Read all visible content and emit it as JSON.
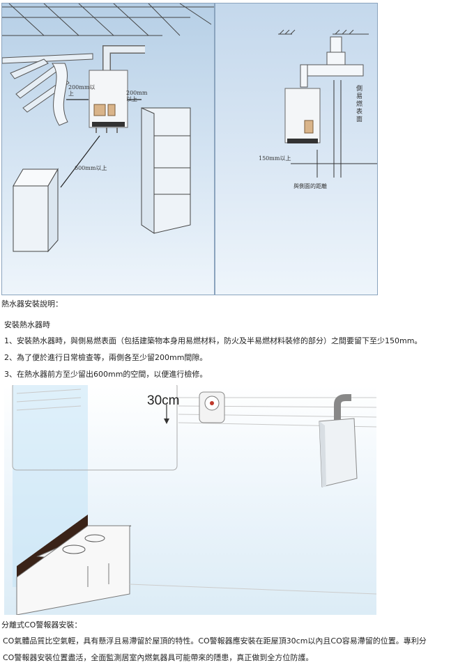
{
  "diagram_labels": {
    "clearance_top": "200mm以上",
    "clearance_side": "200mm以上",
    "clearance_front": "600mm以上",
    "clearance_wall": "150mm以上",
    "side_flammable": "側易燃表面",
    "side_distance": "與側面的距離",
    "ceiling_height": "30cm"
  },
  "install": {
    "heading": "熱水器安裝說明：",
    "subheading": "安裝熱水器時",
    "items": [
      "1、安裝熱水器時，與側易燃表面（包括建築物本身用易燃材料，防火及半易燃材料裝修的部分）之間要留下至少150mm。",
      "2、為了便於進行日常檢查等，兩側各至少留200mm間隙。",
      "3、在熱水器前方至少留出600mm的空間，以便進行檢修。"
    ]
  },
  "co": {
    "heading": "分離式CO警報器安裝：",
    "lines": [
      "CO氣體品質比空氣輕，具有懸浮且易滯留於屋頂的特性。CO警報器應安裝在距屋頂30cm以內且CO容易滯留的位置。專利分",
      "CO警報器安裝位置盡活，全面監測居室內燃氣器具可能帶來的隱患，真正做到全方位防護。"
    ]
  }
}
